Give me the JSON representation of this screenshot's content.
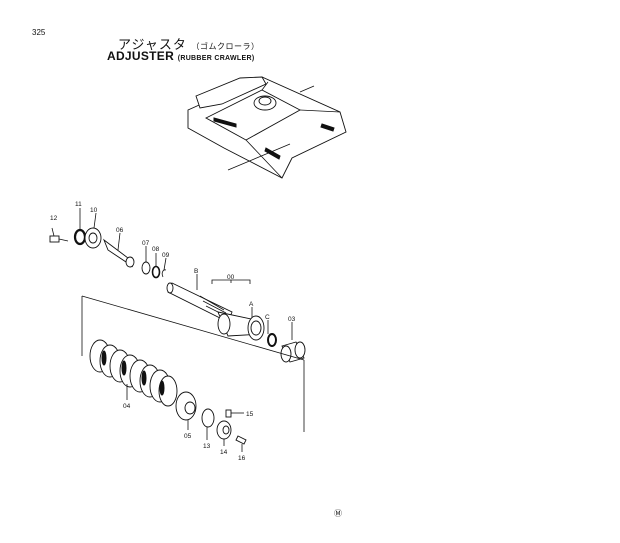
{
  "page_number": "325",
  "title_jp": "アジャスタ",
  "title_jp_sub": "（ゴムクローラ）",
  "title_en": "ADJUSTER",
  "title_en_sub": "(RUBBER CRAWLER)",
  "callouts": {
    "p12": "12",
    "p11": "11",
    "p10": "10",
    "p06": "06",
    "p07": "07",
    "p08": "08",
    "p09": "09",
    "pB": "B",
    "p00": "00",
    "pA": "A",
    "pC": "C",
    "p03": "03",
    "p04": "04",
    "p05": "05",
    "p13": "13",
    "p14": "14",
    "p15": "15",
    "p16": "16"
  },
  "footer_mark": "Ⓜ"
}
